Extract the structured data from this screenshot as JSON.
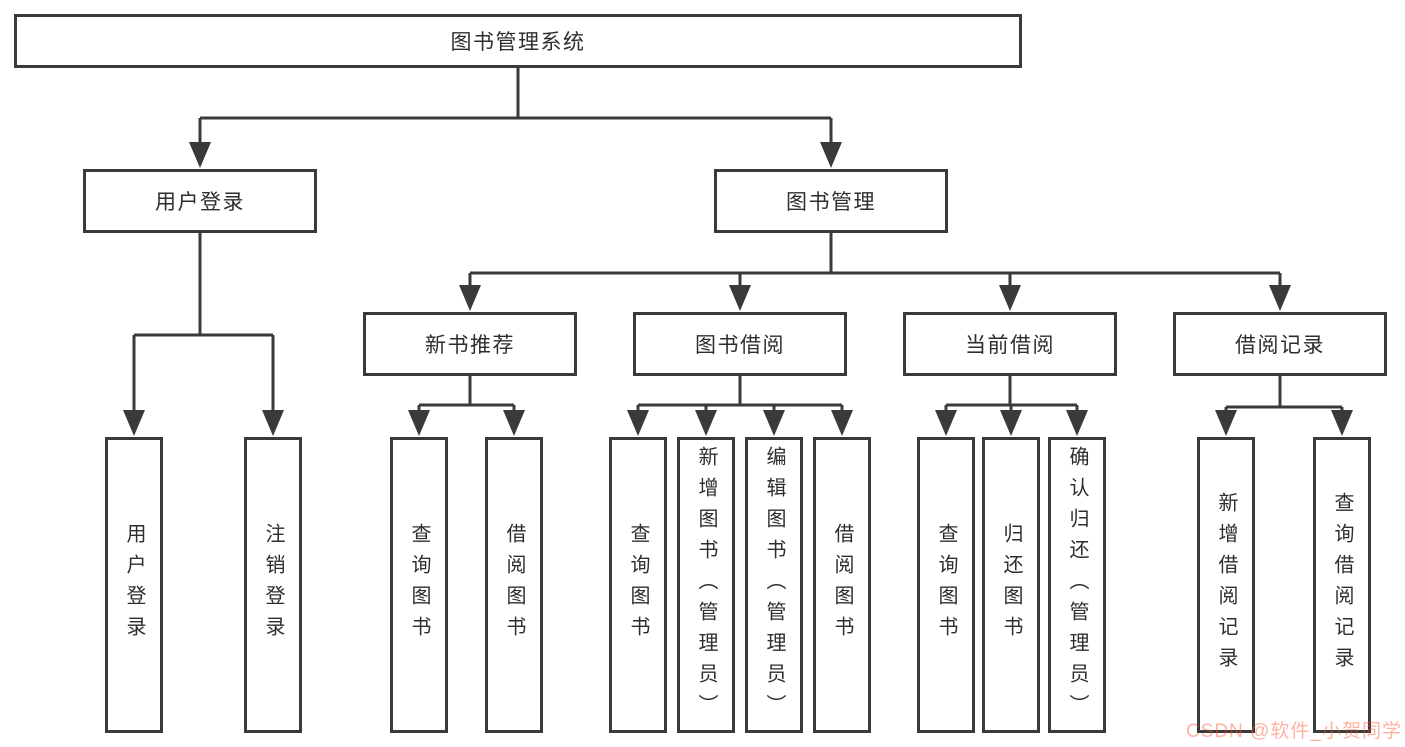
{
  "tree": {
    "label": "图书管理系统",
    "children": [
      {
        "label": "用户登录",
        "children": [
          {
            "label": "用户登录"
          },
          {
            "label": "注销登录"
          }
        ]
      },
      {
        "label": "图书管理",
        "children": [
          {
            "label": "新书推荐",
            "children": [
              {
                "label": "查询图书"
              },
              {
                "label": "借阅图书"
              }
            ]
          },
          {
            "label": "图书借阅",
            "children": [
              {
                "label": "查询图书"
              },
              {
                "label": "新增图书（管理员）"
              },
              {
                "label": "编辑图书（管理员）"
              },
              {
                "label": "借阅图书"
              }
            ]
          },
          {
            "label": "当前借阅",
            "children": [
              {
                "label": "查询图书"
              },
              {
                "label": "归还图书"
              },
              {
                "label": "确认归还（管理员）"
              }
            ]
          },
          {
            "label": "借阅记录",
            "children": [
              {
                "label": "新增借阅记录"
              },
              {
                "label": "查询借阅记录"
              }
            ]
          }
        ]
      }
    ]
  },
  "watermark": {
    "text": "CSDN @软件_小贺同学",
    "color": "#fc5531"
  },
  "colors": {
    "line": "#3a3a3a",
    "text": "#2e2e2e",
    "background": "#ffffff"
  }
}
